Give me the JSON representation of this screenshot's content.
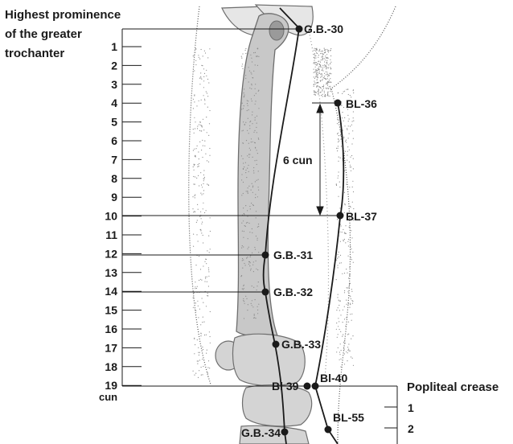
{
  "title_lines": [
    "Highest prominence",
    "of the greater",
    "trochanter"
  ],
  "scale_left": {
    "labels": [
      "1",
      "2",
      "3",
      "4",
      "5",
      "6",
      "7",
      "8",
      "9",
      "10",
      "11",
      "12",
      "13",
      "14",
      "15",
      "16",
      "17",
      "18",
      "19"
    ],
    "unit": "cun"
  },
  "points": {
    "gb30": "G.B.-30",
    "bl36": "BL-36",
    "bl37": "BL-37",
    "gb31": "G.B.-31",
    "gb32": "G.B.-32",
    "gb33": "G.B.-33",
    "bl39": "Bl 39",
    "bl40": "Bl-40",
    "bl55": "BL-55",
    "gb34": "G.B.-34"
  },
  "distance_label": "6 cun",
  "popliteal": {
    "title": "Popliteal crease",
    "labels": [
      "1",
      "2"
    ]
  },
  "colors": {
    "line": "#1a1a1a",
    "bone": "#c8c8c8",
    "bone_stroke": "#6e6e6e",
    "stipple": "#8a8a8a"
  }
}
